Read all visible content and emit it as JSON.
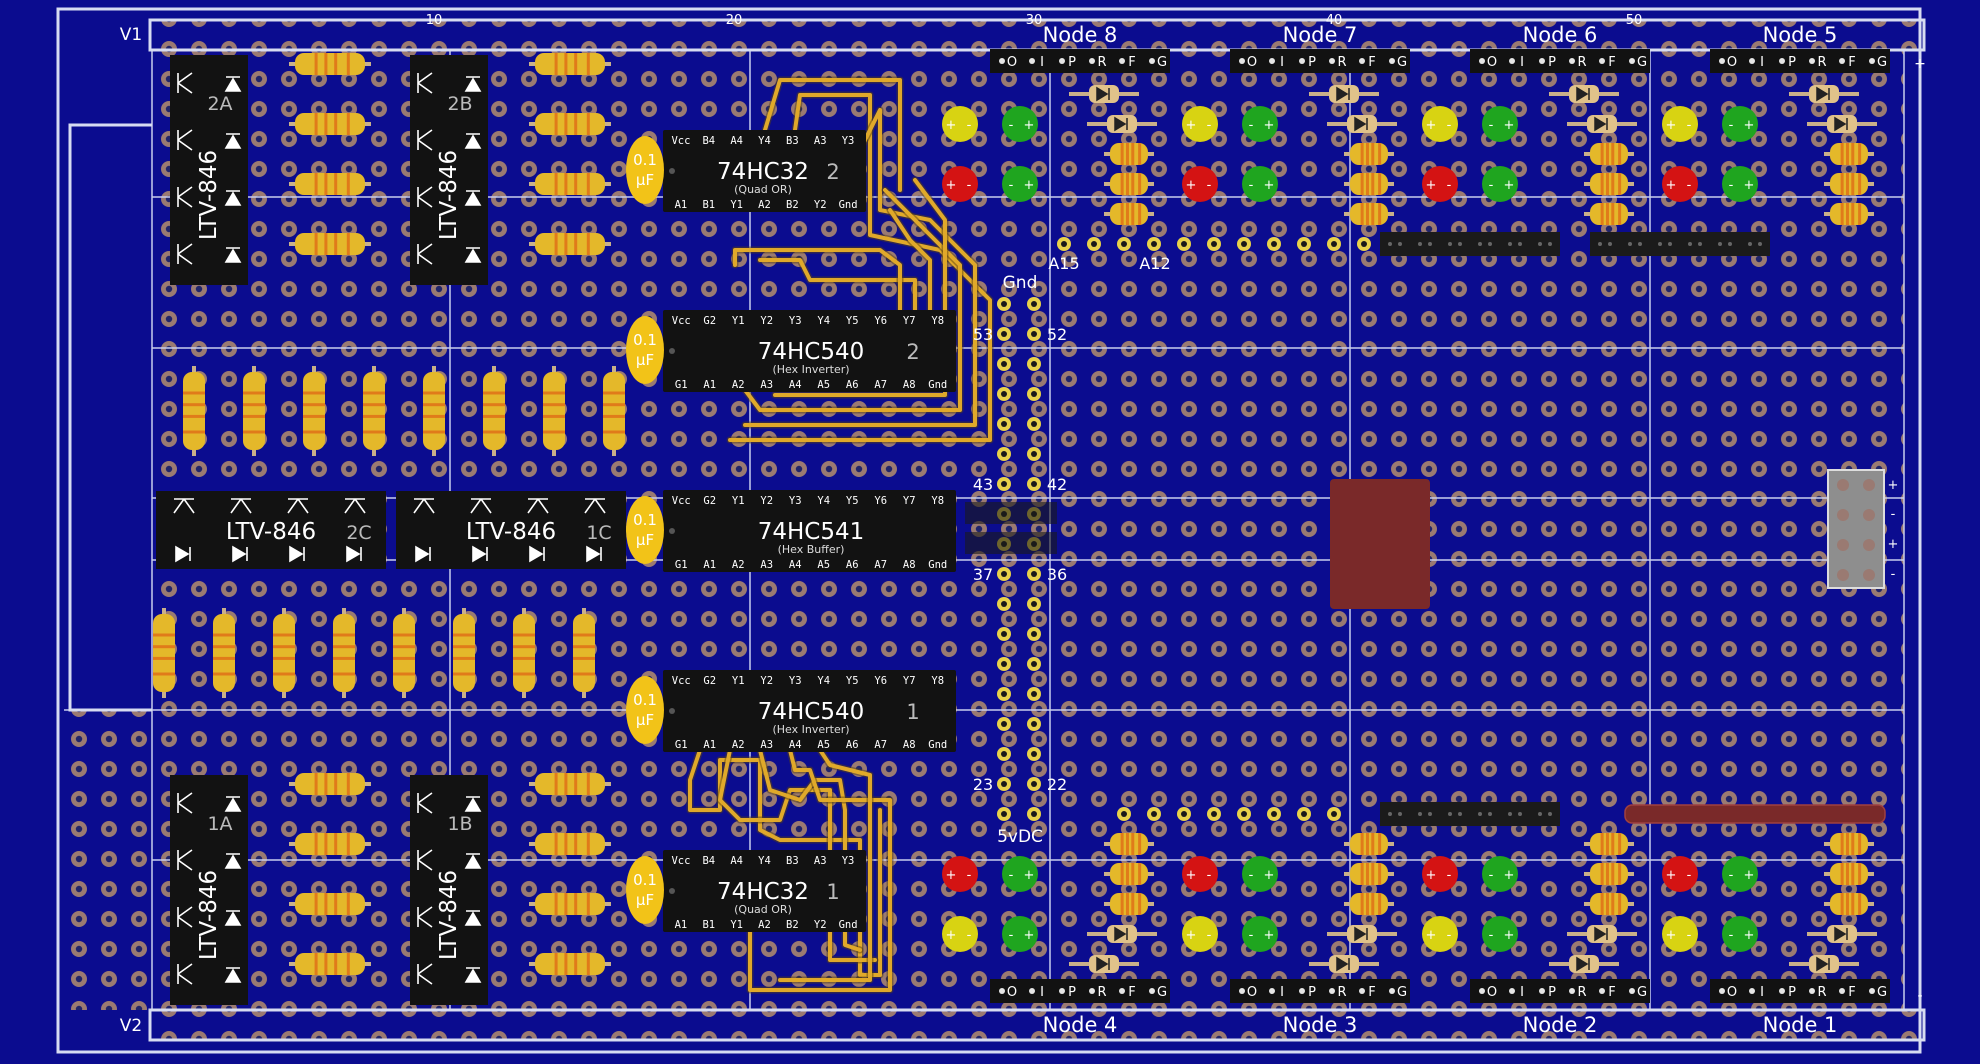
{
  "colors": {
    "board": "#0b0c8f",
    "hole_ring": "#9a7a72",
    "hole": "#20246b",
    "frame": "#d7dcf2",
    "grid_line": "#c9cdee",
    "chip": "#121212",
    "chip_text": "#ffffff",
    "resistor": "#e4b82a",
    "resistor_band": "#e07b1a",
    "cap": "#f2c318",
    "trace": "#e0a92a",
    "led_red": "#d41313",
    "led_green": "#1fa51f",
    "led_yellow": "#d8d312",
    "maroon": "#7a2929"
  },
  "rails": {
    "top": "V1",
    "bottom": "V2"
  },
  "column_numbers": [
    "10",
    "20",
    "30",
    "40",
    "50"
  ],
  "nodes_top": [
    "Node 8",
    "Node 7",
    "Node 6",
    "Node 5"
  ],
  "nodes_bottom": [
    "Node 4",
    "Node 3",
    "Node 2",
    "Node 1"
  ],
  "header_pins": [
    "O",
    "I",
    "P",
    "R",
    "F",
    "G"
  ],
  "chips": [
    {
      "name": "74HC32",
      "unit": "2",
      "desc": "(Quad OR)",
      "top_pins": [
        "Vcc",
        "B4",
        "A4",
        "Y4",
        "B3",
        "A3",
        "Y3"
      ],
      "bottom_pins": [
        "A1",
        "B1",
        "Y1",
        "A2",
        "B2",
        "Y2",
        "Gnd"
      ]
    },
    {
      "name": "74HC540",
      "unit": "2",
      "desc": "(Hex Inverter)",
      "top_pins": [
        "Vcc",
        "G2",
        "Y1",
        "Y2",
        "Y3",
        "Y4",
        "Y5",
        "Y6",
        "Y7",
        "Y8"
      ],
      "bottom_pins": [
        "G1",
        "A1",
        "A2",
        "A3",
        "A4",
        "A5",
        "A6",
        "A7",
        "A8",
        "Gnd"
      ]
    },
    {
      "name": "74HC541",
      "unit": "",
      "desc": "(Hex Buffer)",
      "top_pins": [
        "Vcc",
        "G2",
        "Y1",
        "Y2",
        "Y3",
        "Y4",
        "Y5",
        "Y6",
        "Y7",
        "Y8"
      ],
      "bottom_pins": [
        "G1",
        "A1",
        "A2",
        "A3",
        "A4",
        "A5",
        "A6",
        "A7",
        "A8",
        "Gnd"
      ]
    },
    {
      "name": "74HC540",
      "unit": "1",
      "desc": "(Hex Inverter)",
      "top_pins": [
        "Vcc",
        "G2",
        "Y1",
        "Y2",
        "Y3",
        "Y4",
        "Y5",
        "Y6",
        "Y7",
        "Y8"
      ],
      "bottom_pins": [
        "G1",
        "A1",
        "A2",
        "A3",
        "A4",
        "A5",
        "A6",
        "A7",
        "A8",
        "Gnd"
      ]
    },
    {
      "name": "74HC32",
      "unit": "1",
      "desc": "(Quad OR)",
      "top_pins": [
        "Vcc",
        "B4",
        "A4",
        "Y4",
        "B3",
        "A3",
        "Y3"
      ],
      "bottom_pins": [
        "A1",
        "B1",
        "Y1",
        "A2",
        "B2",
        "Y2",
        "Gnd"
      ]
    }
  ],
  "cap_label": [
    "0.1",
    "µF"
  ],
  "optos": [
    {
      "part": "LTV-846",
      "unit": "2A"
    },
    {
      "part": "LTV-846",
      "unit": "2B"
    },
    {
      "part": "LTV-846",
      "unit": "2C"
    },
    {
      "part": "LTV-846",
      "unit": "1C"
    },
    {
      "part": "LTV-846",
      "unit": "1A"
    },
    {
      "part": "LTV-846",
      "unit": "1B"
    }
  ],
  "header_labels": {
    "gnd": "Gnd",
    "vdc": "5vDC",
    "a15": "A15",
    "a12": "A12"
  },
  "pin_numbers": {
    "p53": "53",
    "p52": "52",
    "p43": "43",
    "p42": "42",
    "p37": "37",
    "p36": "36",
    "p23": "23",
    "p22": "22"
  },
  "power_signs": [
    "+",
    "-",
    "+",
    "-"
  ],
  "rail_signs": {
    "top": "+",
    "bottom": "-"
  },
  "led_signs": {
    "plus": "+",
    "minus": "-"
  }
}
